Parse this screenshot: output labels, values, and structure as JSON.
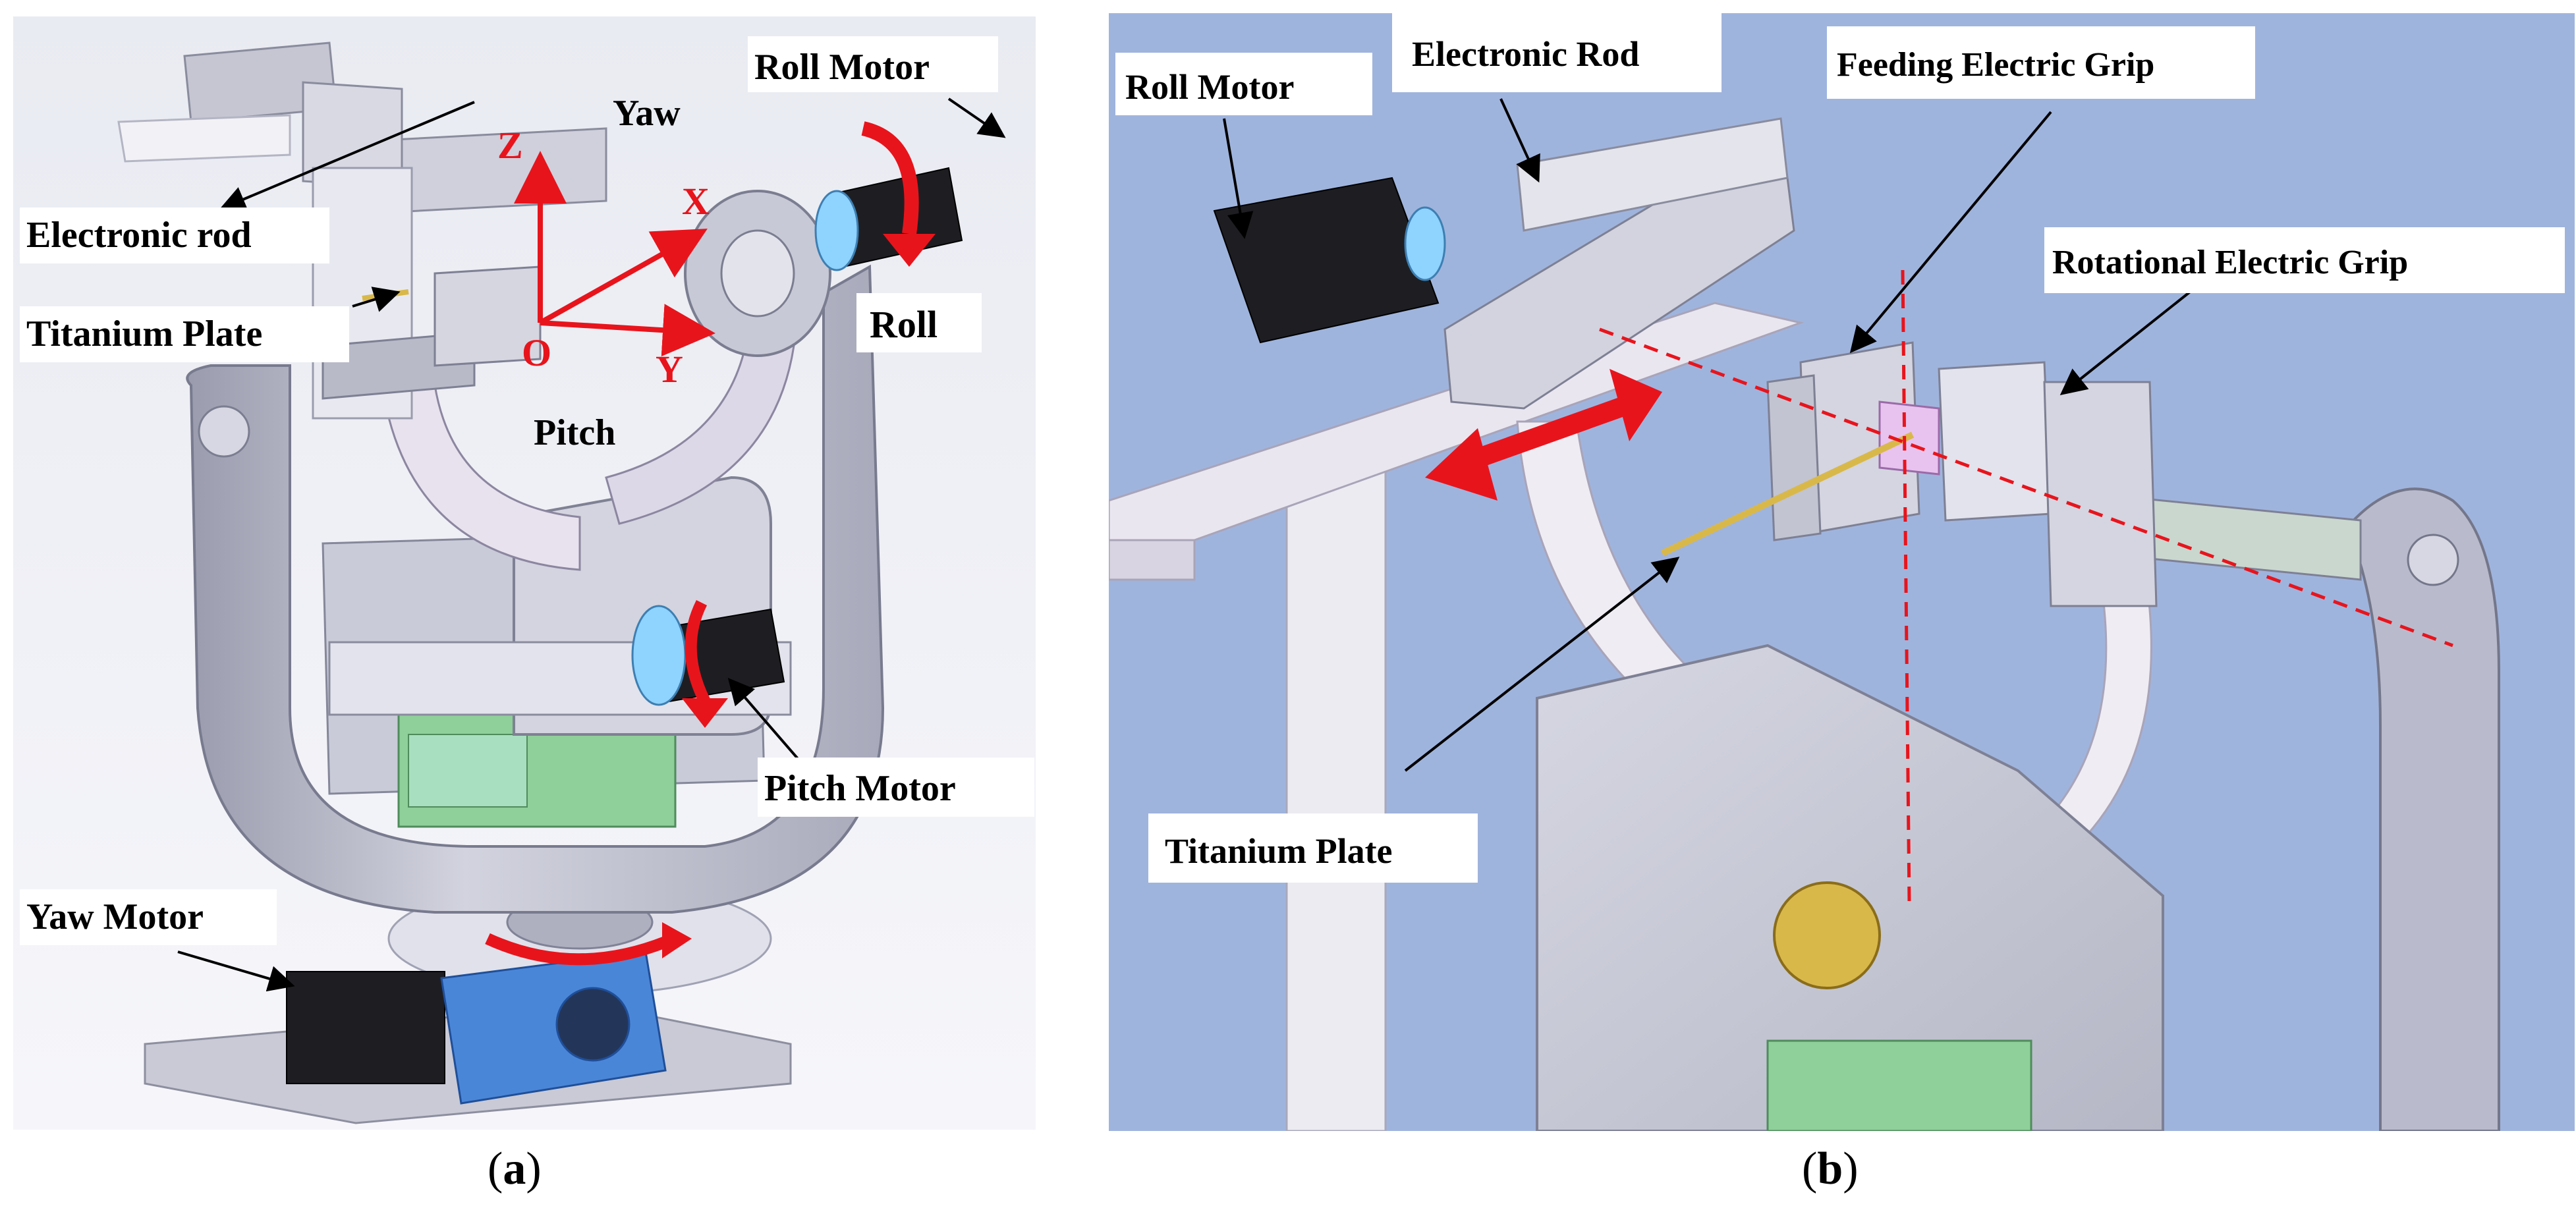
{
  "panel_a": {
    "labels": {
      "roll_motor": "Roll Motor",
      "yaw": "Yaw",
      "electronic_rod": "Electronic rod",
      "titanium_plate": "Titanium Plate",
      "roll": "Roll",
      "pitch": "Pitch",
      "pitch_motor": "Pitch Motor",
      "yaw_motor": "Yaw Motor"
    },
    "axes": {
      "z": "Z",
      "x": "X",
      "y": "Y",
      "o": "O"
    },
    "caption": "a"
  },
  "panel_b": {
    "labels": {
      "roll_motor": "Roll Motor",
      "electronic_rod": "Electronic Rod",
      "feeding_grip": "Feeding Electric Grip",
      "rotational_grip": "Rotational Electric Grip",
      "titanium_plate": "Titanium Plate"
    },
    "caption": "b"
  },
  "colors": {
    "axis_red": "#e8141c",
    "background_b": "#9fb4dd",
    "frame_grey": "#c7c9d6",
    "motor_black": "#1e1e22",
    "reducer_blue": "#4a86d8",
    "mount_green": "#8fcf9a",
    "plate_gold": "#d9b84a"
  }
}
